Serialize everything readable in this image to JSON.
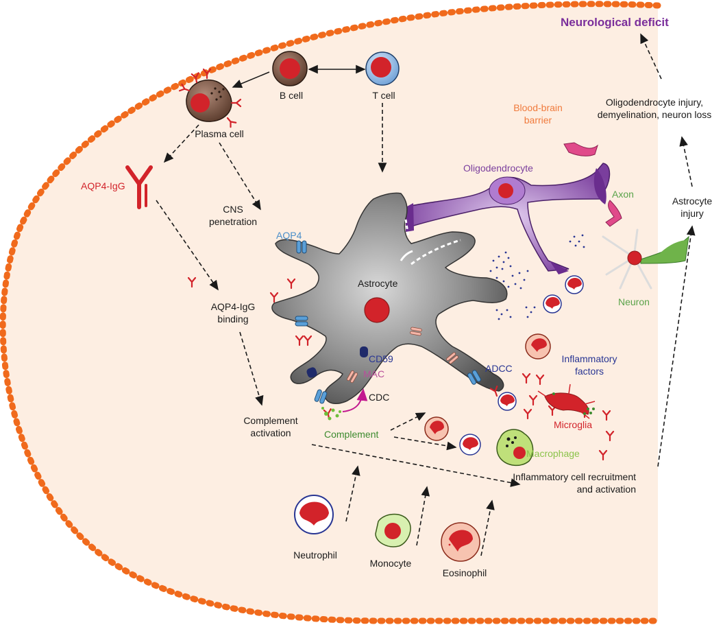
{
  "colors": {
    "background_fill": "#fdeee2",
    "barrier": "#f06a1c",
    "astrocyte": "#8a8a8a",
    "oligodendrocyte": "#7a3e9d",
    "neuron": "#5aa34a",
    "antibody": "#d2232a",
    "aqp4_channel": "#4a8ec9",
    "deficit_title": "#7a2e9b",
    "bbb_label": "#f07a3c",
    "complement": "#3c8a2e",
    "inflammatory_factors": "#283593",
    "macrophage_label": "#8bc34a"
  },
  "title": "Neurological deficit",
  "cells": {
    "b_cell": "B cell",
    "t_cell": "T cell",
    "plasma_cell": "Plasma cell",
    "astrocyte": "Astrocyte",
    "oligodendrocyte": "Oligodendrocyte",
    "axon": "Axon",
    "neuron": "Neuron",
    "microglia": "Microglia",
    "macrophage": "Macrophage",
    "neutrophil": "Neutrophil",
    "monocyte": "Monocyte",
    "eosinophil": "Eosinophil"
  },
  "molecules": {
    "aqp4_igg": "AQP4-IgG",
    "aqp4": "AQP4",
    "cd59": "CD59",
    "mac": "MAC",
    "cdc": "CDC",
    "adcc": "ADCC",
    "complement": "Complement",
    "inflammatory_factors": "Inflammatory factors"
  },
  "steps": {
    "blood_brain_barrier": "Blood-brain barrier",
    "cns_penetration": "CNS penetration",
    "aqp4_igg_binding": "AQP4-IgG binding",
    "complement_activation": "Complement activation",
    "inflammatory_recruitment": "Inflammatory cell recruitment and activation",
    "astrocyte_injury": "Astrocyte injury",
    "oligodendrocyte_injury": "Oligodendrocyte injury, demyelination, neuron loss"
  }
}
